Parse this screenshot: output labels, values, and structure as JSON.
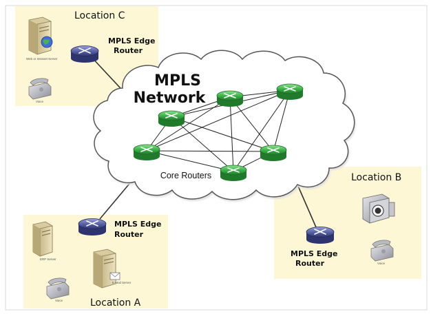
{
  "locations": {
    "c": {
      "title": "Location C",
      "server_caption": "Web or Intranet Server",
      "phone_caption": "Voice"
    },
    "b": {
      "title": "Location B",
      "phone_caption": "Voice"
    },
    "a": {
      "title": "Location A",
      "erp_caption": "ERP Server",
      "mail_caption": "E-Mail Server",
      "phone_caption": "Voice"
    }
  },
  "network": {
    "title_line1": "MPLS",
    "title_line2": "Network",
    "core_label": "Core Routers"
  },
  "edge_routers": {
    "c": {
      "line1": "MPLS Edge",
      "line2": "Router"
    },
    "a": {
      "line1": "MPLS Edge",
      "line2": "Router"
    },
    "b": {
      "line1": "MPLS Edge",
      "line2": "Router"
    }
  },
  "colors": {
    "location_bg": "#fdf7d6",
    "cloud_fill": "#ffffff",
    "cloud_stroke": "#555555",
    "core_router": "#3cb44a",
    "edge_router": "#5a64a8"
  },
  "icons": {
    "server": "server-tower-icon",
    "phone": "telephone-icon",
    "camera": "video-camera-icon",
    "router": "router-icon"
  }
}
